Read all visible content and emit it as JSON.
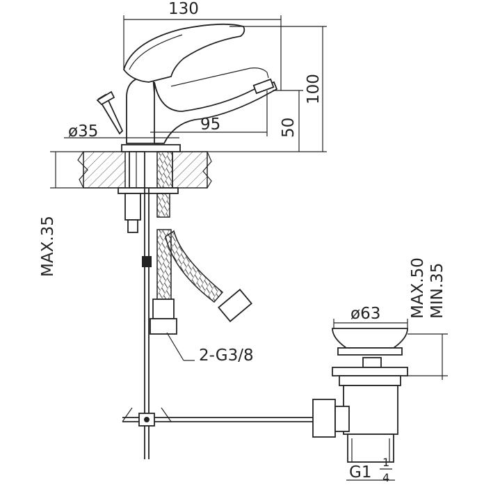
{
  "dimensions": {
    "width_total": "130",
    "spout_reach": "95",
    "height_total": "100",
    "spout_height": "50",
    "hole_diameter": "ø35",
    "max_thickness": "MAX.35",
    "connection_thread": "2-G3/8",
    "drain_diameter": "ø63",
    "drain_max": "MAX.50",
    "drain_min": "MIN.35",
    "drain_thread": "G1",
    "drain_thread_num": "1",
    "drain_thread_den": "4"
  },
  "colors": {
    "line": "#222222",
    "background": "#ffffff"
  }
}
